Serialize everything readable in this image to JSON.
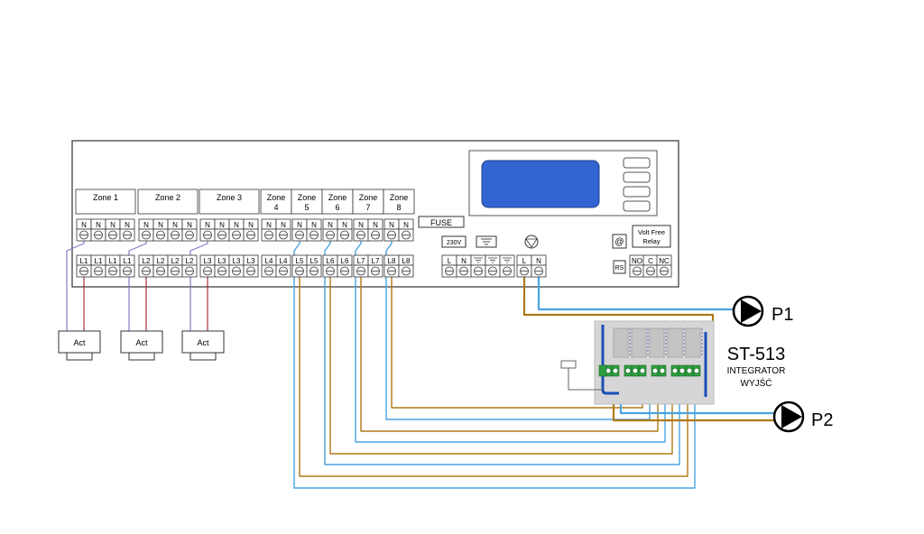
{
  "zones": [
    {
      "label": "Zone 1",
      "n_terms": [
        "N",
        "N",
        "N",
        "N"
      ],
      "l_terms": [
        "L1",
        "L1",
        "L1",
        "L1"
      ]
    },
    {
      "label": "Zone 2",
      "n_terms": [
        "N",
        "N",
        "N",
        "N"
      ],
      "l_terms": [
        "L2",
        "L2",
        "L2",
        "L2"
      ]
    },
    {
      "label": "Zone 3",
      "n_terms": [
        "N",
        "N",
        "N",
        "N"
      ],
      "l_terms": [
        "L3",
        "L3",
        "L3",
        "L3"
      ]
    },
    {
      "label": "Zone",
      "sub": "4",
      "n_terms": [
        "N",
        "N"
      ],
      "l_terms": [
        "L4",
        "L4"
      ]
    },
    {
      "label": "Zone",
      "sub": "5",
      "n_terms": [
        "N",
        "N"
      ],
      "l_terms": [
        "L5",
        "L5"
      ]
    },
    {
      "label": "Zone",
      "sub": "6",
      "n_terms": [
        "N",
        "N"
      ],
      "l_terms": [
        "L6",
        "L6"
      ]
    },
    {
      "label": "Zone",
      "sub": "7",
      "n_terms": [
        "N",
        "N"
      ],
      "l_terms": [
        "L7",
        "L7"
      ]
    },
    {
      "label": "Zone",
      "sub": "8",
      "n_terms": [
        "N",
        "N"
      ],
      "l_terms": [
        "L8",
        "L8"
      ]
    }
  ],
  "fuse_label": "FUSE",
  "power_label": "230V",
  "power_terms": [
    "L",
    "N"
  ],
  "pump_terms": [
    "L",
    "N"
  ],
  "relay_label_line1": "Volt Free",
  "relay_label_line2": "Relay",
  "relay_terms": [
    "NO",
    "C",
    "NC"
  ],
  "rs_label": "RS",
  "actuators": [
    "Act",
    "Act",
    "Act"
  ],
  "pumps": [
    "P1",
    "P2"
  ],
  "module_title": "ST-513",
  "module_sub1": "INTEGRATOR",
  "module_sub2": "WYJŚĆ",
  "colors": {
    "lcd": "#3264d2",
    "wire_blue": "#4aa3df",
    "wire_brown": "#b07818",
    "wire_purple": "#8878c8",
    "wire_red": "#a83030",
    "module_bg": "#d6d6d6",
    "terminal_green": "#2e9e3e",
    "module_blue": "#1a4fb8"
  }
}
